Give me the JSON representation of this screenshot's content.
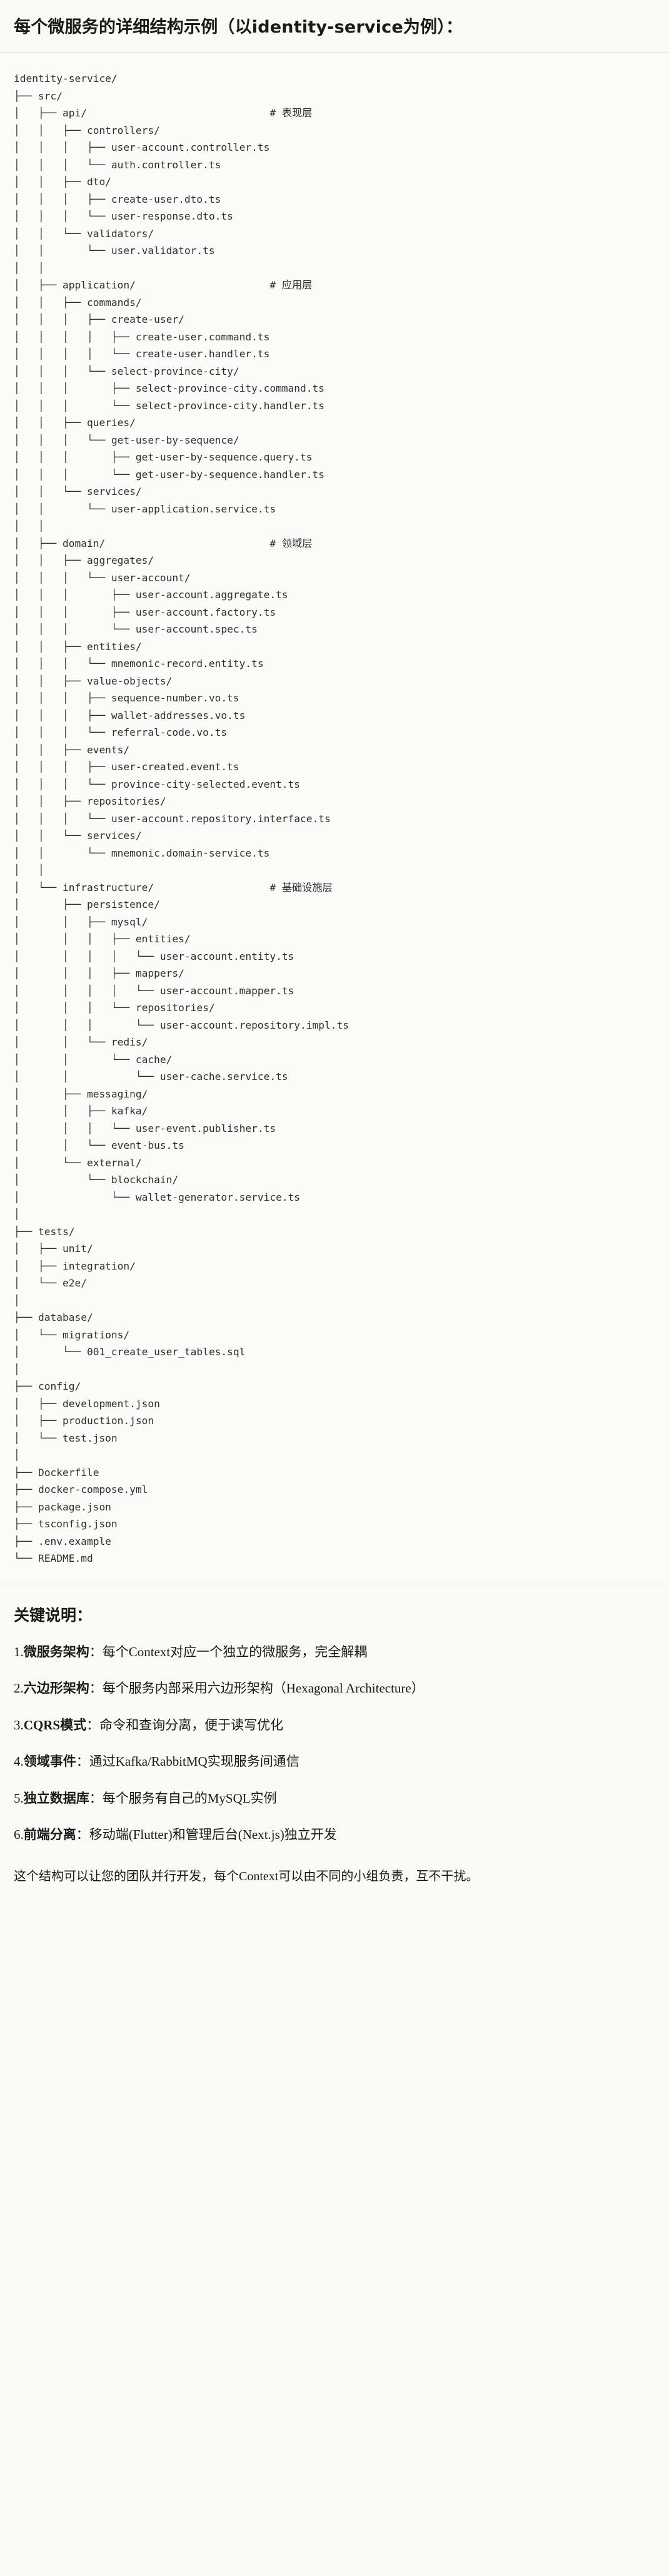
{
  "header": {
    "title_prefix": "每个微服务的详细结构示例",
    "title_paren": "（以identity-service为例）：",
    "title_full": "每个微服务的详细结构示例（以identity-service为例）："
  },
  "tree": {
    "root": "identity-service/",
    "comments": {
      "api": "# 表现层",
      "application": "# 应用层",
      "domain": "# 领域层",
      "infrastructure": "# 基础设施层"
    },
    "text": "identity-service/\n├── src/\n│   ├── api/                              # 表现层\n│   │   ├── controllers/\n│   │   │   ├── user-account.controller.ts\n│   │   │   └── auth.controller.ts\n│   │   ├── dto/\n│   │   │   ├── create-user.dto.ts\n│   │   │   └── user-response.dto.ts\n│   │   └── validators/\n│   │       └── user.validator.ts\n│   │\n│   ├── application/                      # 应用层\n│   │   ├── commands/\n│   │   │   ├── create-user/\n│   │   │   │   ├── create-user.command.ts\n│   │   │   │   └── create-user.handler.ts\n│   │   │   └── select-province-city/\n│   │   │       ├── select-province-city.command.ts\n│   │   │       └── select-province-city.handler.ts\n│   │   ├── queries/\n│   │   │   └── get-user-by-sequence/\n│   │   │       ├── get-user-by-sequence.query.ts\n│   │   │       └── get-user-by-sequence.handler.ts\n│   │   └── services/\n│   │       └── user-application.service.ts\n│   │\n│   ├── domain/                           # 领域层\n│   │   ├── aggregates/\n│   │   │   └── user-account/\n│   │   │       ├── user-account.aggregate.ts\n│   │   │       ├── user-account.factory.ts\n│   │   │       └── user-account.spec.ts\n│   │   ├── entities/\n│   │   │   └── mnemonic-record.entity.ts\n│   │   ├── value-objects/\n│   │   │   ├── sequence-number.vo.ts\n│   │   │   ├── wallet-addresses.vo.ts\n│   │   │   └── referral-code.vo.ts\n│   │   ├── events/\n│   │   │   ├── user-created.event.ts\n│   │   │   └── province-city-selected.event.ts\n│   │   ├── repositories/\n│   │   │   └── user-account.repository.interface.ts\n│   │   └── services/\n│   │       └── mnemonic.domain-service.ts\n│   │\n│   └── infrastructure/                   # 基础设施层\n│       ├── persistence/\n│       │   ├── mysql/\n│       │   │   ├── entities/\n│       │   │   │   └── user-account.entity.ts\n│       │   │   ├── mappers/\n│       │   │   │   └── user-account.mapper.ts\n│       │   │   └── repositories/\n│       │   │       └── user-account.repository.impl.ts\n│       │   └── redis/\n│       │       └── cache/\n│       │           └── user-cache.service.ts\n│       ├── messaging/\n│       │   ├── kafka/\n│       │   │   └── user-event.publisher.ts\n│       │   └── event-bus.ts\n│       └── external/\n│           └── blockchain/\n│               └── wallet-generator.service.ts\n│\n├── tests/\n│   ├── unit/\n│   ├── integration/\n│   └── e2e/\n│\n├── database/\n│   └── migrations/\n│       └── 001_create_user_tables.sql\n│\n├── config/\n│   ├── development.json\n│   ├── production.json\n│   └── test.json\n│\n├── Dockerfile\n├── docker-compose.yml\n├── package.json\n├── tsconfig.json\n├── .env.example\n└── README.md"
  },
  "notes": {
    "heading": "关键说明：",
    "items": [
      {
        "num": "1.",
        "term": "微服务架构",
        "sep": "：",
        "desc": "每个Context对应一个独立的微服务，完全解耦"
      },
      {
        "num": "2.",
        "term": "六边形架构",
        "sep": "：",
        "desc": "每个服务内部采用六边形架构（Hexagonal Architecture）"
      },
      {
        "num": "3.",
        "term": "CQRS模式",
        "sep": "：",
        "desc": "命令和查询分离，便于读写优化"
      },
      {
        "num": "4.",
        "term": "领域事件",
        "sep": "：",
        "desc": "通过Kafka/RabbitMQ实现服务间通信"
      },
      {
        "num": "5.",
        "term": "独立数据库",
        "sep": "：",
        "desc": "每个服务有自己的MySQL实例"
      },
      {
        "num": "6.",
        "term": "前端分离",
        "sep": "：",
        "desc": "移动端(Flutter)和管理后台(Next.js)独立开发"
      }
    ],
    "closing": "这个结构可以让您的团队并行开发，每个Context可以由不同的小组负责，互不干扰。"
  },
  "colors": {
    "page_bg": "#faf9f5",
    "code_bg": "#fcfbf8",
    "text": "#1a1a18",
    "code_text": "#2b2f33",
    "divider": "#e4e2da"
  }
}
